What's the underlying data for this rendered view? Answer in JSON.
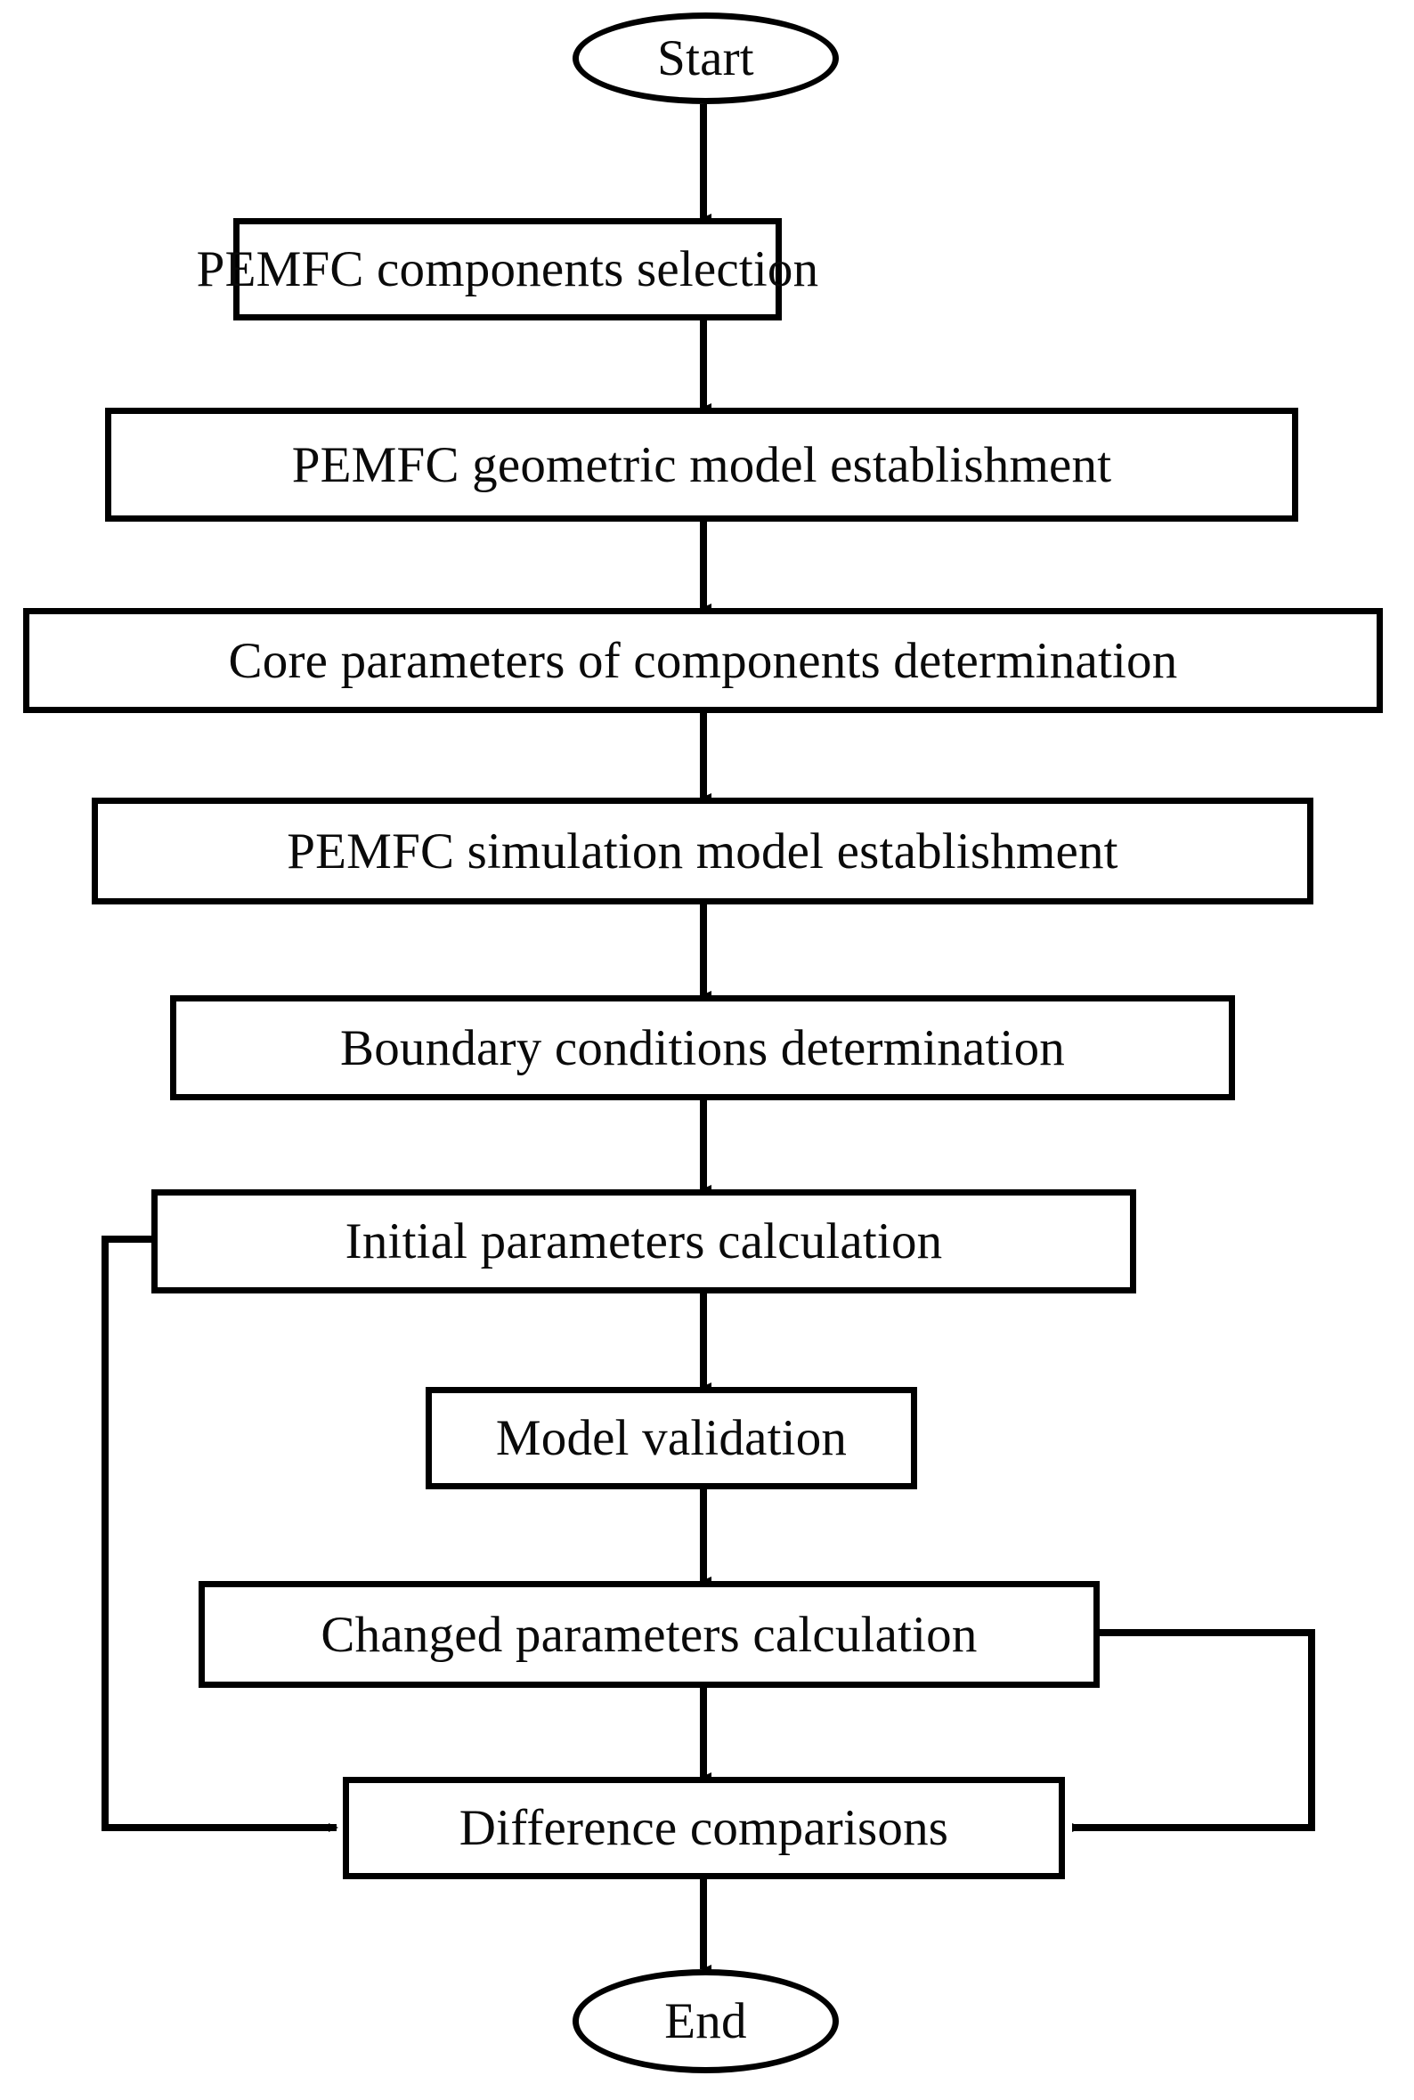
{
  "diagram": {
    "type": "flowchart",
    "title": "PEMFC simulation modelling workflow",
    "orientation": "top-to-bottom",
    "colors": {
      "stroke": "#000000",
      "fill": "#ffffff",
      "text": "#0a0a0a"
    },
    "nodes": [
      {
        "id": "start",
        "shape": "ellipse",
        "label": "Start"
      },
      {
        "id": "components",
        "shape": "rectangle",
        "label": "PEMFC components selection"
      },
      {
        "id": "geometric",
        "shape": "rectangle",
        "label": "PEMFC geometric model establishment"
      },
      {
        "id": "coreparams",
        "shape": "rectangle",
        "label": "Core parameters of components determination"
      },
      {
        "id": "simulation",
        "shape": "rectangle",
        "label": "PEMFC simulation model establishment"
      },
      {
        "id": "boundary",
        "shape": "rectangle",
        "label": "Boundary conditions determination"
      },
      {
        "id": "initial",
        "shape": "rectangle",
        "label": "Initial parameters calculation"
      },
      {
        "id": "validation",
        "shape": "rectangle",
        "label": "Model validation"
      },
      {
        "id": "changed",
        "shape": "rectangle",
        "label": "Changed parameters calculation"
      },
      {
        "id": "difference",
        "shape": "rectangle",
        "label": "Difference comparisons"
      },
      {
        "id": "end",
        "shape": "ellipse",
        "label": "End"
      }
    ],
    "edges": [
      {
        "from": "start",
        "to": "components",
        "style": "straight-down",
        "arrow": true
      },
      {
        "from": "components",
        "to": "geometric",
        "style": "straight-down",
        "arrow": true
      },
      {
        "from": "geometric",
        "to": "coreparams",
        "style": "straight-down",
        "arrow": true
      },
      {
        "from": "coreparams",
        "to": "simulation",
        "style": "straight-down",
        "arrow": true
      },
      {
        "from": "simulation",
        "to": "boundary",
        "style": "straight-down",
        "arrow": true
      },
      {
        "from": "boundary",
        "to": "initial",
        "style": "straight-down",
        "arrow": true
      },
      {
        "from": "initial",
        "to": "validation",
        "style": "straight-down",
        "arrow": true
      },
      {
        "from": "validation",
        "to": "changed",
        "style": "straight-down",
        "arrow": true
      },
      {
        "from": "changed",
        "to": "difference",
        "style": "straight-down",
        "arrow": true
      },
      {
        "from": "initial",
        "to": "difference",
        "style": "left-elbow",
        "arrow": true
      },
      {
        "from": "changed",
        "to": "difference",
        "style": "right-elbow",
        "arrow": true
      },
      {
        "from": "difference",
        "to": "end",
        "style": "straight-down",
        "arrow": true
      }
    ]
  }
}
